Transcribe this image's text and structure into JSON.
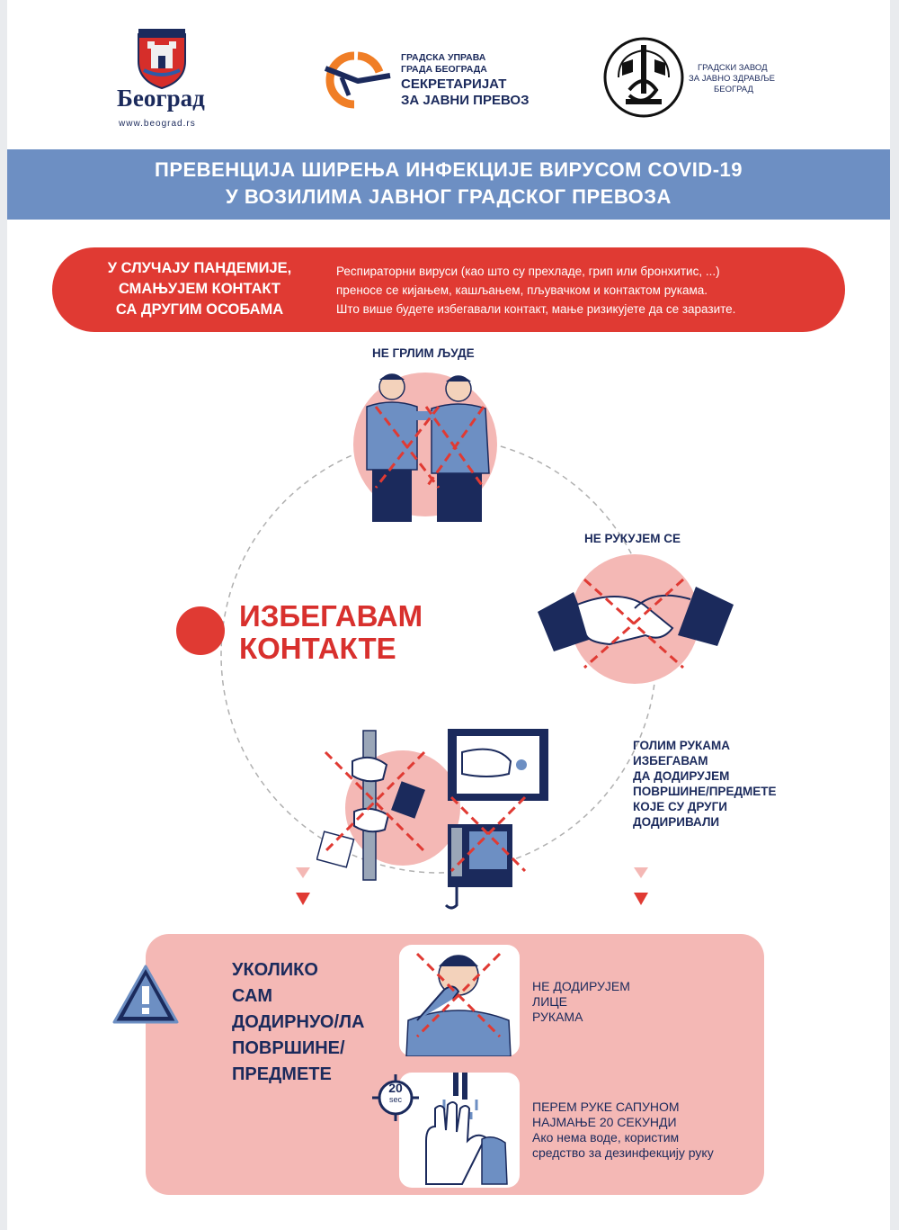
{
  "header": {
    "belgrade_logo_text": "Београд",
    "belgrade_url": "www.beograd.rs",
    "transport_line1": "ГРАДСКА УПРАВА",
    "transport_line2": "ГРАДА БЕОГРАДА",
    "transport_line3": "СЕКРЕТАРИЈАТ",
    "transport_line4": "ЗА ЈАВНИ ПРЕВОЗ",
    "health_line1": "ГРАДСКИ ЗАВОД",
    "health_line2": "ЗА ЈАВНО ЗДРАВЉЕ",
    "health_line3": "БЕОГРАД"
  },
  "banner": {
    "line1": "ПРЕВЕНЦИЈА ШИРЕЊА ИНФЕКЦИЈЕ ВИРУСОМ COVID-19",
    "line2": "У ВОЗИЛИМА ЈАВНОГ ГРАДСКОГ ПРЕВОЗА"
  },
  "pandemic": {
    "left_line1": "У СЛУЧАЈУ ПАНДЕМИЈЕ,",
    "left_line2": "СМАЊУЈЕМ КОНТАКТ",
    "left_line3": "СА ДРУГИМ ОСОБАМА",
    "right_line1": "Респираторни вируси (као што су прехладе, грип или бронхитис, ...)",
    "right_line2": "преносе се кијањем, кашљањем, пљувачком и контактом рукама.",
    "right_line3": "Што више будете избегавали контакт, мање ризикујете да се заразите."
  },
  "avoid": {
    "title_line1": "ИЗБЕГАВАМ",
    "title_line2": "КОНТАКТЕ",
    "no_hugs": "НЕ ГРЛИМ ЉУДЕ",
    "no_handshake": "НЕ РУКУЈЕМ СЕ",
    "surfaces_line1": "ГОЛИМ РУКАМА",
    "surfaces_line2": "ИЗБЕГАВАМ",
    "surfaces_line3": "ДА ДОДИРУЈЕМ",
    "surfaces_line4": "ПОВРШИНЕ/ПРЕДМЕТЕ",
    "surfaces_line5": "КОЈЕ СУ ДРУГИ",
    "surfaces_line6": "ДОДИРИВАЛИ"
  },
  "if_touched": {
    "line1": "УКОЛИКО",
    "line2": "САМ",
    "line3": "ДОДИРНУО/ЛА",
    "line4": "ПОВРШИНЕ/",
    "line5": "ПРЕДМЕТЕ",
    "face_line1": "НЕ ДОДИРУЈЕМ",
    "face_line2": "ЛИЦЕ",
    "face_line3": "РУКАМА",
    "wash_line1": "ПЕРЕМ РУКЕ САПУНОМ",
    "wash_line2": "НАЈМАЊЕ 20 СЕКУНДИ",
    "wash_line3": "Ако нема воде, користим",
    "wash_line4": "средство за дезинфекцију руку",
    "timer_number": "20",
    "timer_unit": "sec"
  },
  "colors": {
    "navy": "#1b2a5c",
    "red": "#e03a33",
    "banner_blue": "#6d8fc3",
    "pink": "#f4b8b5",
    "orange": "#f07e26"
  }
}
